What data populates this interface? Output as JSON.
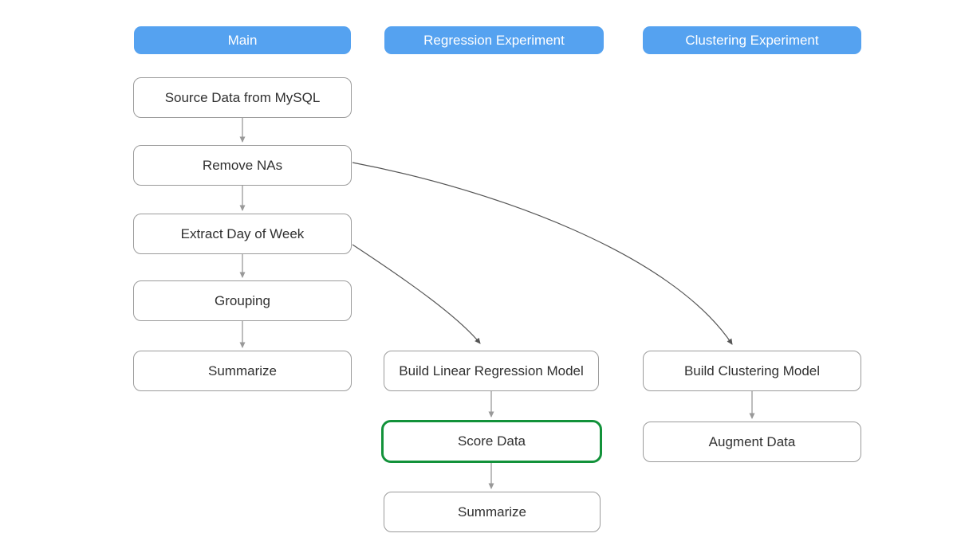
{
  "diagram": {
    "lanes": {
      "main": {
        "title": "Main"
      },
      "regression": {
        "title": "Regression Experiment"
      },
      "clustering": {
        "title": "Clustering Experiment"
      }
    },
    "nodes": {
      "source_data": {
        "lane": "main",
        "label": "Source Data from MySQL",
        "highlighted": false
      },
      "remove_nas": {
        "lane": "main",
        "label": "Remove NAs",
        "highlighted": false
      },
      "extract_day_of_week": {
        "lane": "main",
        "label": "Extract Day of Week",
        "highlighted": false
      },
      "grouping": {
        "lane": "main",
        "label": "Grouping",
        "highlighted": false
      },
      "summarize_main": {
        "lane": "main",
        "label": "Summarize",
        "highlighted": false
      },
      "build_linear_regression_model": {
        "lane": "regression",
        "label": "Build Linear Regression Model",
        "highlighted": false
      },
      "score_data": {
        "lane": "regression",
        "label": "Score Data",
        "highlighted": true
      },
      "summarize_regression": {
        "lane": "regression",
        "label": "Summarize",
        "highlighted": false
      },
      "build_clustering_model": {
        "lane": "clustering",
        "label": "Build Clustering Model",
        "highlighted": false
      },
      "augment_data": {
        "lane": "clustering",
        "label": "Augment Data",
        "highlighted": false
      }
    },
    "edges": [
      {
        "from": "source_data",
        "to": "remove_nas"
      },
      {
        "from": "remove_nas",
        "to": "extract_day_of_week"
      },
      {
        "from": "extract_day_of_week",
        "to": "grouping"
      },
      {
        "from": "grouping",
        "to": "summarize_main"
      },
      {
        "from": "remove_nas",
        "to": "build_clustering_model"
      },
      {
        "from": "extract_day_of_week",
        "to": "build_linear_regression_model"
      },
      {
        "from": "build_linear_regression_model",
        "to": "score_data"
      },
      {
        "from": "score_data",
        "to": "summarize_regression"
      },
      {
        "from": "build_clustering_model",
        "to": "augment_data"
      }
    ],
    "colors": {
      "header_bg": "#55a2f0",
      "header_text": "#ffffff",
      "node_bg": "#ffffff",
      "node_border": "#9b9b9b",
      "node_text": "#303030",
      "edge": "#999999",
      "cross_edge": "#555555",
      "highlight_border": "#12923a"
    }
  }
}
